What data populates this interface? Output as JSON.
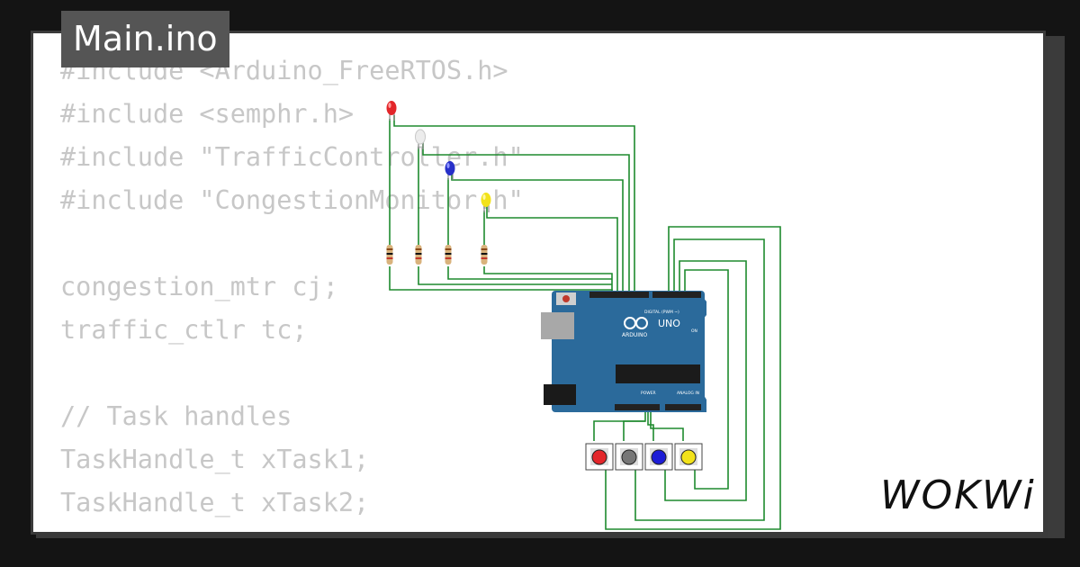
{
  "tab": {
    "title": "Main.ino"
  },
  "code_lines": [
    "#include <Arduino_FreeRTOS.h>",
    "#include <semphr.h>",
    "#include \"TrafficController.h\"",
    "#include \"CongestionMonitor.h\"",
    "",
    "congestion_mtr cj;",
    "traffic_ctlr tc;",
    "",
    "// Task handles",
    "TaskHandle_t xTask1;",
    "TaskHandle_t xTask2;"
  ],
  "board": {
    "logo_text": "UNO",
    "brand_text": "ARDUINO",
    "digital_label": "DIGITAL (PWM ~)",
    "power_label": "POWER",
    "analog_label": "ANALOG IN",
    "on_label": "ON"
  },
  "colors": {
    "background": "#141414",
    "card": "#ffffff",
    "tab": "#555555",
    "code_text": "#c7c7c7",
    "wire": "#1e8a2e",
    "board": "#2b6a9b"
  },
  "leds": [
    "red",
    "white",
    "blue",
    "yellow"
  ],
  "buttons": [
    "red",
    "gray",
    "blue",
    "yellow"
  ],
  "brand": {
    "logo": "WOKWi"
  }
}
